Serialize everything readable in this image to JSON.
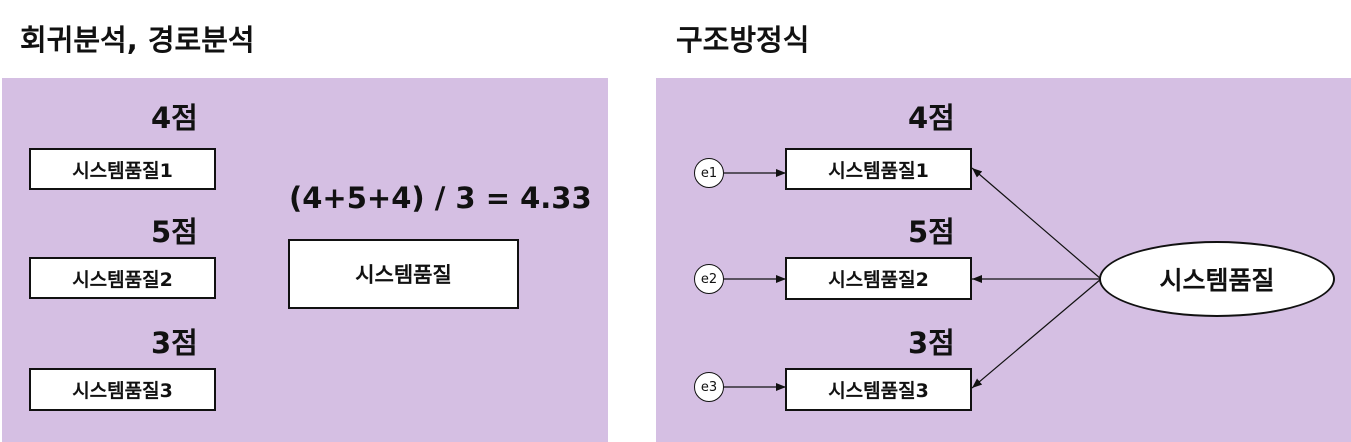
{
  "left": {
    "heading": "회귀분석, 경로분석",
    "items": [
      {
        "score": "4점",
        "label": "시스템품질1"
      },
      {
        "score": "5점",
        "label": "시스템품질2"
      },
      {
        "score": "3점",
        "label": "시스템품질3"
      }
    ],
    "formula": "(4+5+4) / 3 = 4.33",
    "composite_label": "시스템품질"
  },
  "right": {
    "heading": "구조방정식",
    "items": [
      {
        "error": "e1",
        "score": "4점",
        "label": "시스템품질1"
      },
      {
        "error": "e2",
        "score": "5점",
        "label": "시스템품질2"
      },
      {
        "error": "e3",
        "score": "3점",
        "label": "시스템품질3"
      }
    ],
    "latent_label": "시스템품질"
  },
  "colors": {
    "panel_background": "#d5bfe3",
    "box_background": "#ffffff",
    "stroke": "#111111"
  }
}
